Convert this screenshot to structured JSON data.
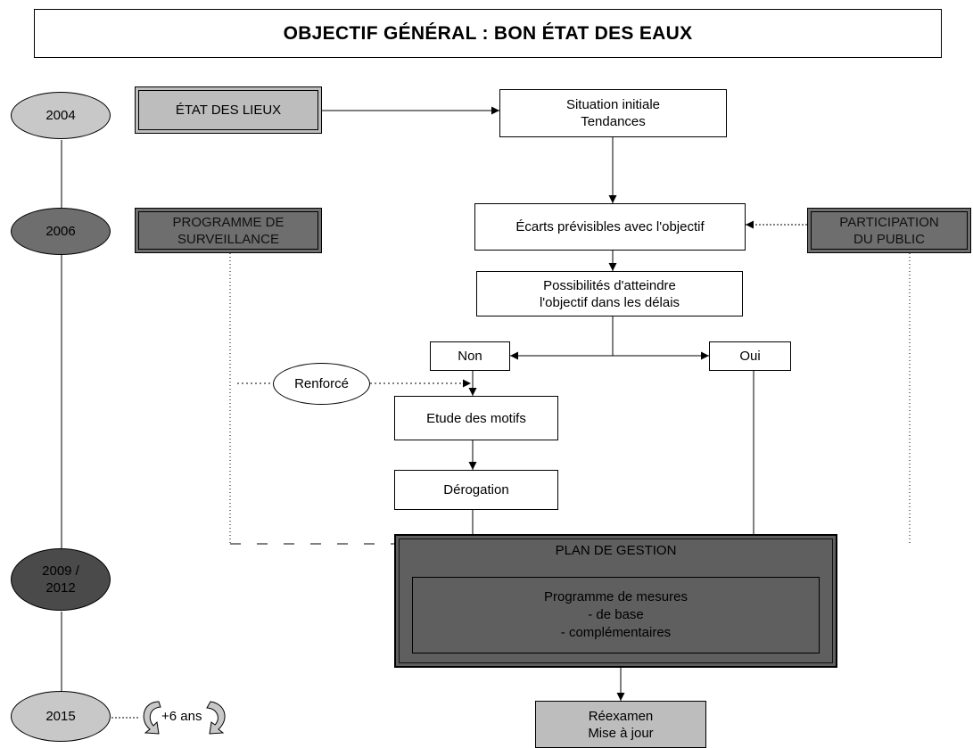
{
  "title": "OBJECTIF GÉNÉRAL : BON ÉTAT DES EAUX",
  "years": {
    "y2004": "2004",
    "y2006": "2006",
    "y2009": "2009 /\n2012",
    "y2015": "2015"
  },
  "boxes": {
    "etat_des_lieux": "ÉTAT DES LIEUX",
    "programme_surveillance": "PROGRAMME DE\nSURVEILLANCE",
    "participation_public": "PARTICIPATION\nDU PUBLIC",
    "situation_initiale": "Situation initiale\nTendances",
    "ecarts": "Écarts prévisibles avec l'objectif",
    "possibilites": "Possibilités d'atteindre\nl'objectif dans les délais",
    "non": "Non",
    "oui": "Oui",
    "renforce": "Renforcé",
    "etude_motifs": "Etude des motifs",
    "derogation": "Dérogation",
    "plan_title": "PLAN DE GESTION",
    "programme_mesures": "Programme de mesures\n- de base\n- complémentaires",
    "reexamen": "Réexamen\nMise à jour",
    "cycle_label": "+6 ans"
  }
}
